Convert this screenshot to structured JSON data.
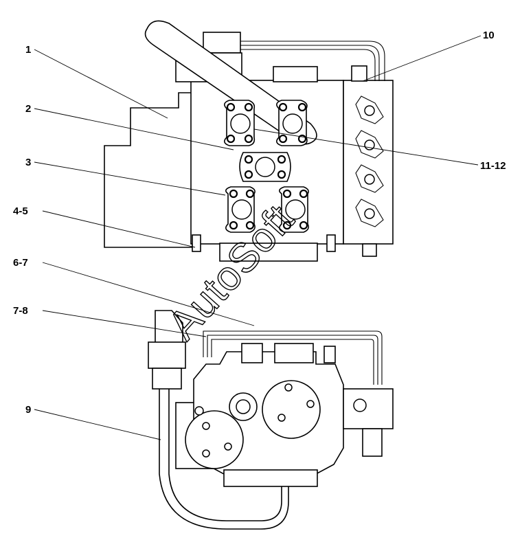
{
  "callouts": [
    {
      "id": "c1",
      "label": "1"
    },
    {
      "id": "c2",
      "label": "2"
    },
    {
      "id": "c3",
      "label": "3"
    },
    {
      "id": "c45",
      "label": "4-5"
    },
    {
      "id": "c67",
      "label": "6-7"
    },
    {
      "id": "c78",
      "label": "7-8"
    },
    {
      "id": "c9",
      "label": "9"
    },
    {
      "id": "c10",
      "label": "10"
    },
    {
      "id": "c1112",
      "label": "11-12"
    }
  ],
  "watermark": "AutoSoft"
}
